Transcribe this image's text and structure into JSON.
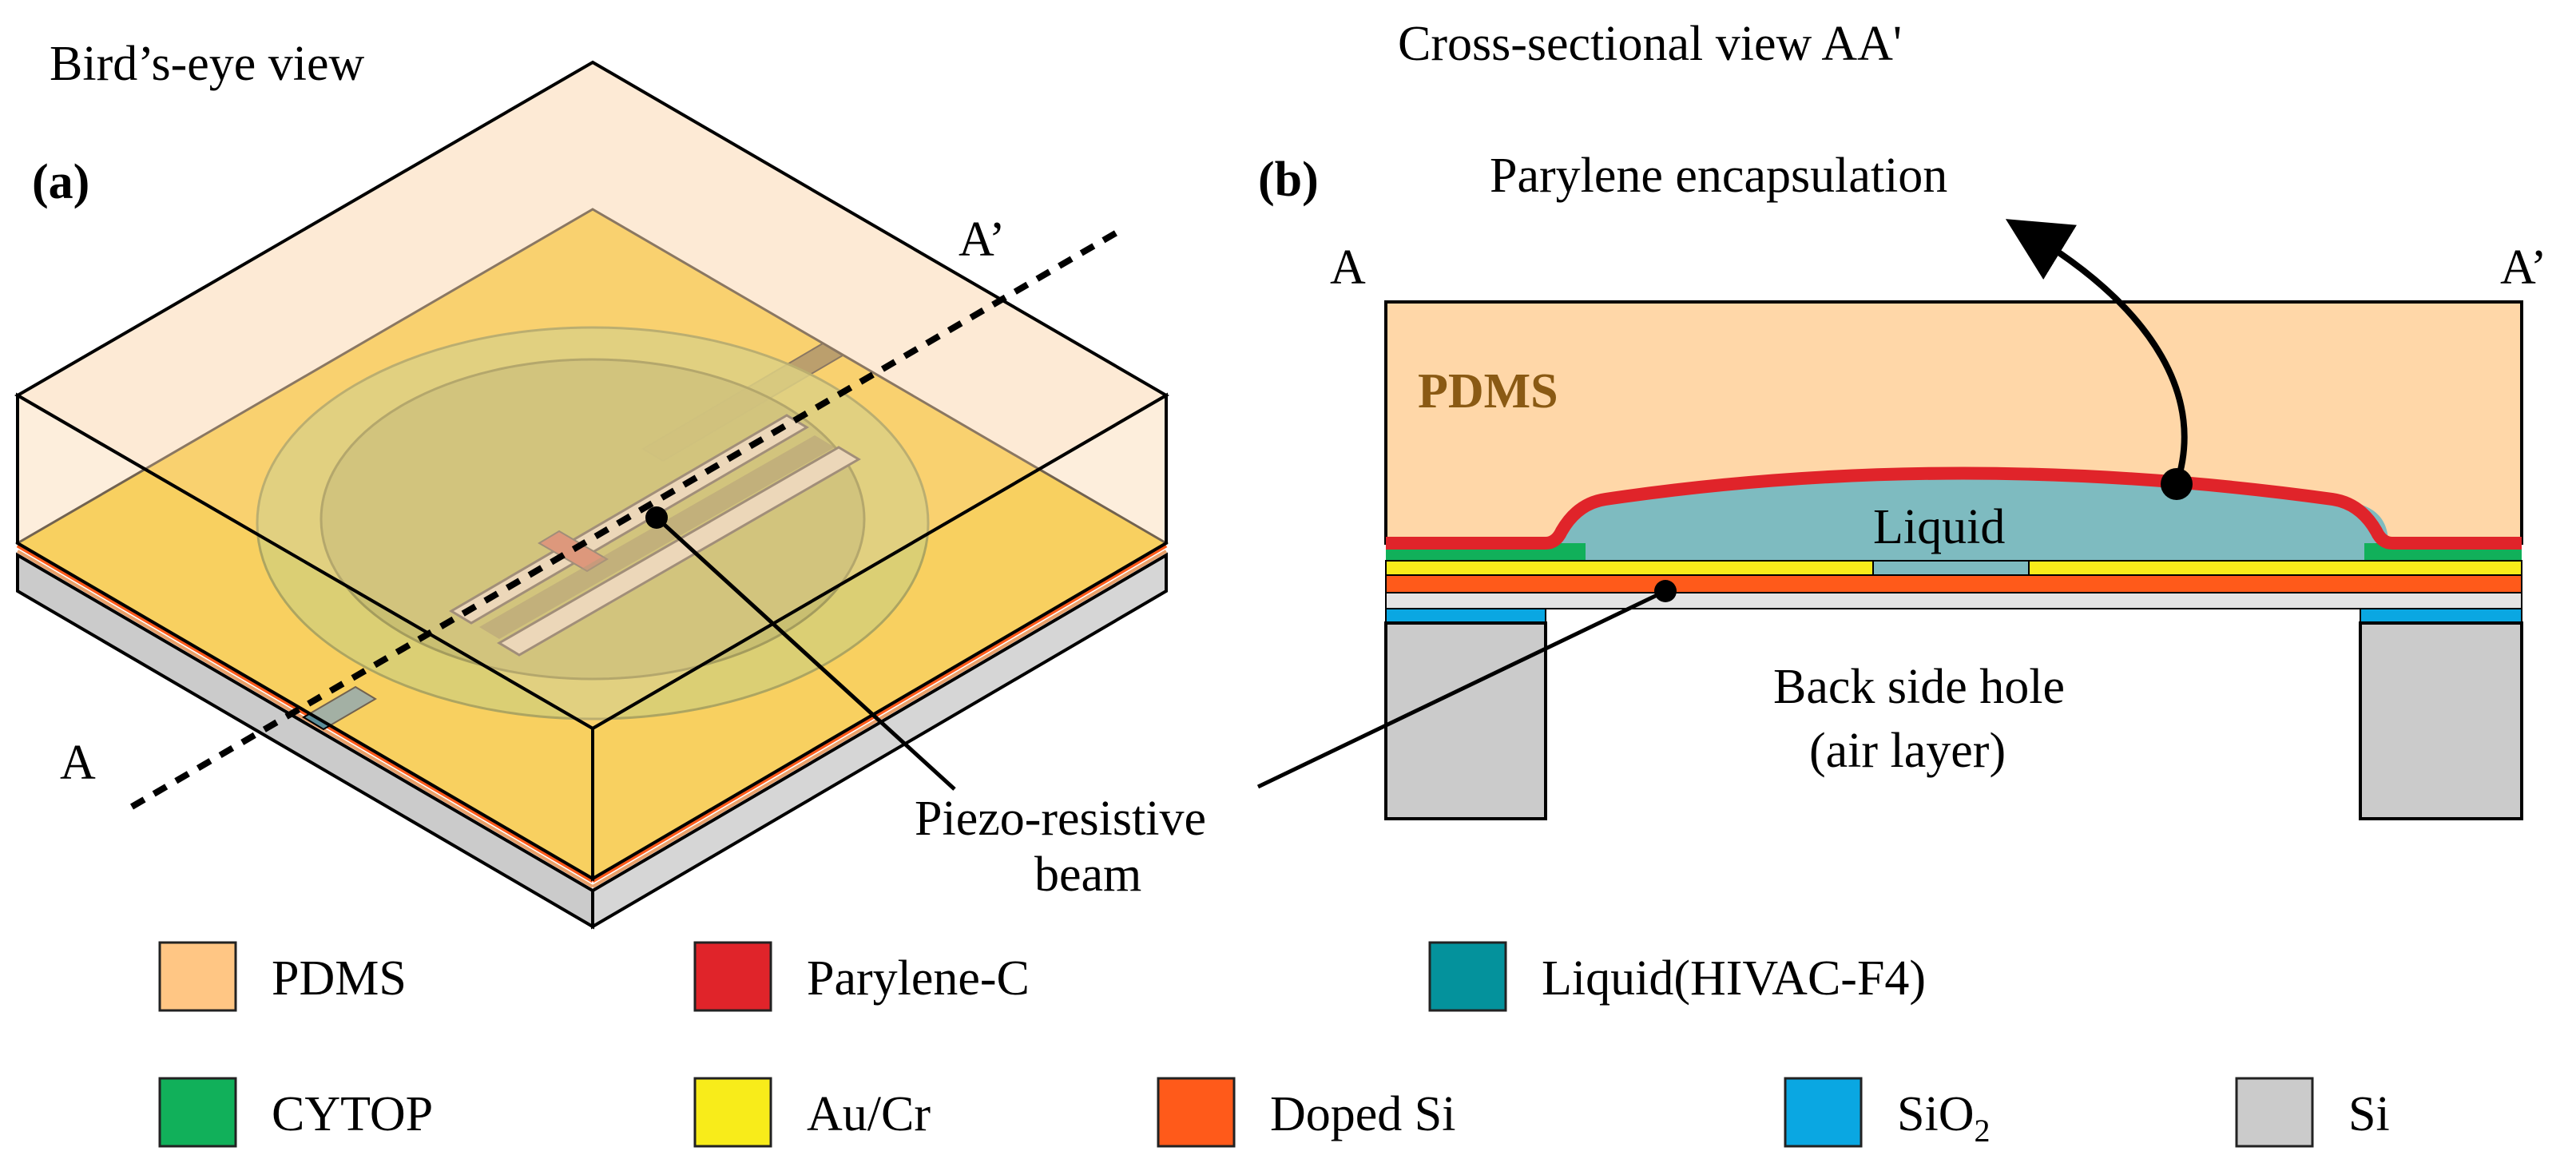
{
  "panel_a": {
    "heading": "Bird’s-eye view",
    "label": "(a)",
    "section_start": "A",
    "section_end": "A’",
    "beam_label_line1": "Piezo-resistive",
    "beam_label_line2": "beam"
  },
  "panel_b": {
    "heading": "Cross-sectional view AA'",
    "label": "(b)",
    "section_start": "A",
    "section_end": "A’",
    "pdms_label": "PDMS",
    "liquid_label": "Liquid",
    "encapsulation_label": "Parylene encapsulation",
    "hole_label_line1": "Back side hole",
    "hole_label_line2": "(air layer)"
  },
  "legend": {
    "items": [
      {
        "label": "PDMS",
        "color": "#FFC684"
      },
      {
        "label": "Parylene-C",
        "color": "#E0242A"
      },
      {
        "label": "Liquid(HIVAC-F4)",
        "color": "#04929C"
      },
      {
        "label": "CYTOP",
        "color": "#11B05A"
      },
      {
        "label": "Au/Cr",
        "color": "#F8EC1A"
      },
      {
        "label": "Doped Si",
        "color": "#FF5A1A"
      },
      {
        "label": "SiO",
        "sub": "2",
        "color": "#0AA7E2"
      },
      {
        "label": "Si",
        "color": "#CBCBCB"
      }
    ]
  },
  "colors": {
    "pdms_fill": "#FFD7A8",
    "pdms_box": "#FBD9B2",
    "gold": "#F6C81E",
    "parylene": "#E0242A",
    "liquid_fill": "#7EBBC0",
    "cytop": "#11B05A",
    "au_cr": "#F8EC1A",
    "doped_si": "#FF5A1A",
    "sio2": "#0AA7E2",
    "si": "#CBCBCB",
    "pdms_text": "#8A5A14"
  }
}
